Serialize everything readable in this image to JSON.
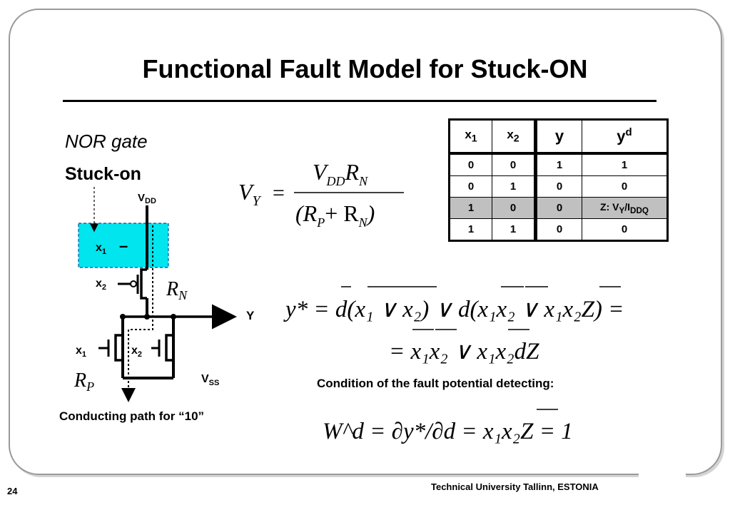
{
  "title": "Functional Fault Model for Stuck-ON",
  "gate_label": "NOR gate",
  "fault_label": "Stuck-on",
  "circuit": {
    "vdd": "V",
    "vdd_sub": "DD",
    "vss": "V",
    "vss_sub": "SS",
    "output": "Y",
    "x1": "x",
    "x1_sub": "1",
    "x2": "x",
    "x2_sub": "2",
    "rn": "R",
    "rn_sub": "N",
    "rp": "R",
    "rp_sub": "P",
    "fault_mark": "–",
    "highlight_color": "#00e5ee"
  },
  "conducting_path_label": "Conducting path for “10”",
  "condition_label": "Condition of the fault potential detecting:",
  "equations": {
    "vy": {
      "lhs": "V",
      "lhs_sub": "Y",
      "eq": "=",
      "num": "V",
      "num_sub": "DD",
      "num2": "R",
      "num2_sub": "N",
      "den": "(R",
      "den_sub1": "P",
      "den_plus": "+ R",
      "den_sub2": "N",
      "den_close": ")"
    },
    "ystar": {
      "line1": "y* = d(x₁ ∨ x₂) ∨ d(x₁x₂ ∨ x₁x₂Z) =",
      "line2": "= x₁x₂ ∨ x₁x₂dZ"
    },
    "wd": "W^d = ∂y*/∂d = x₁x₂Z = 1"
  },
  "truth_table": {
    "headers": [
      "x1",
      "x2",
      "y",
      "yd"
    ],
    "rows": [
      [
        "0",
        "0",
        "1",
        "1"
      ],
      [
        "0",
        "1",
        "0",
        "0"
      ],
      [
        "1",
        "0",
        "0",
        "Z: VY/IDDQ"
      ],
      [
        "1",
        "1",
        "0",
        "0"
      ]
    ],
    "highlight_row": 2
  },
  "footer": {
    "institution": "Technical University Tallinn, ESTONIA",
    "page": "24"
  }
}
